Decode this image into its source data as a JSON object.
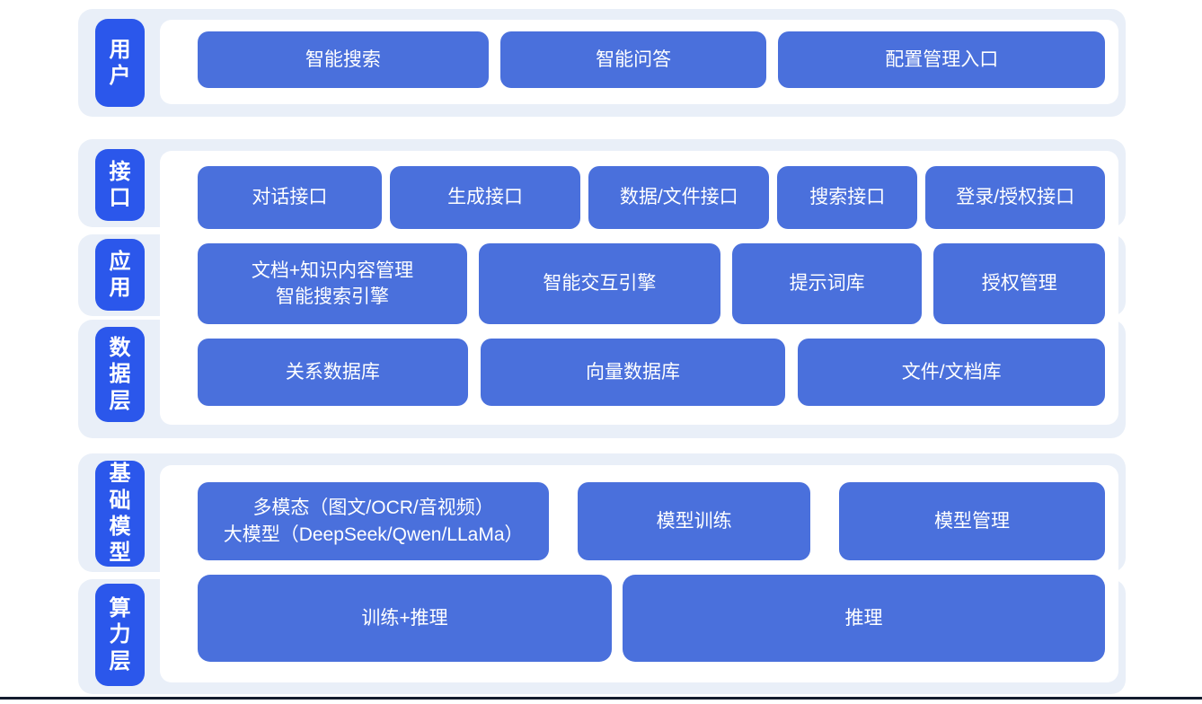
{
  "colors": {
    "band_bg": "#e9eff8",
    "label_blue": "#2b57eb",
    "node_blue": "#4a70dc",
    "panel_bg": "#ffffff",
    "baseline": "#131c2e",
    "text": "#ffffff"
  },
  "layers": {
    "user": "用户",
    "interface": "接口",
    "application": "应用",
    "data": "数据层",
    "foundation": "基础模型",
    "compute": "算力层"
  },
  "rows": {
    "user": [
      "智能搜索",
      "智能问答",
      "配置管理入口"
    ],
    "interface": [
      "对话接口",
      "生成接口",
      "数据/文件接口",
      "搜索接口",
      "登录/授权接口"
    ],
    "application": [
      "文档+知识内容管理\n智能搜索引擎",
      "智能交互引擎",
      "提示词库",
      "授权管理"
    ],
    "data": [
      "关系数据库",
      "向量数据库",
      "文件/文档库"
    ],
    "foundation": [
      "多模态（图文/OCR/音视频）\n大模型（DeepSeek/Qwen/LLaMa）",
      "模型训练",
      "模型管理"
    ],
    "compute": [
      "训练+推理",
      "推理"
    ]
  }
}
